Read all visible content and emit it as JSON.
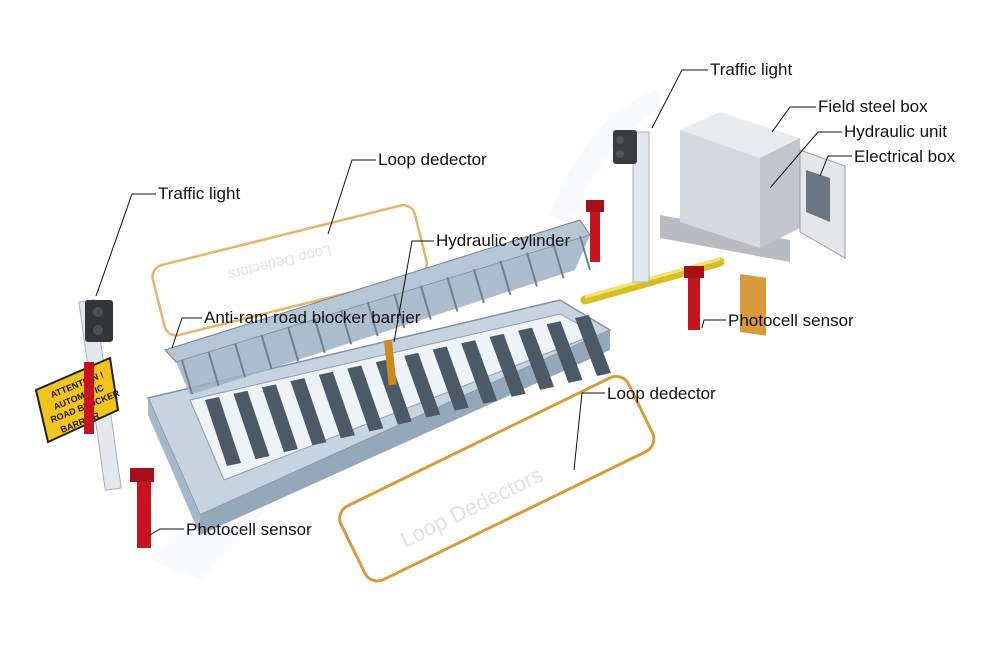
{
  "labels": {
    "traffic_light_right": "Traffic light",
    "traffic_light_left": "Traffic light",
    "field_steel_box": "Field steel box",
    "hydraulic_unit": "Hydraulic unit",
    "electrical_box": "Electrical box",
    "loop_detector_top": "Loop dedector",
    "loop_detector_bottom": "Loop dedector",
    "hydraulic_cylinder": "Hydraulic cylinder",
    "barrier": "Anti-ram road blocker barrier",
    "photocell_right": "Photocell sensor",
    "photocell_left": "Photocell sensor"
  },
  "sign": {
    "line1": "ATTENTION !",
    "line2": "AUTOMATIC",
    "line3": "ROAD BLOCKER",
    "line4": "BARRIER"
  },
  "loop_watermark": "Loop Dedectors",
  "colors": {
    "sign_yellow": "#f2c41c",
    "photocell_red": "#c8141e",
    "loop_orange": "#e2a64a",
    "barrier_blue": "#8fa2b4",
    "conduit_yellow": "#e6cf3a"
  }
}
